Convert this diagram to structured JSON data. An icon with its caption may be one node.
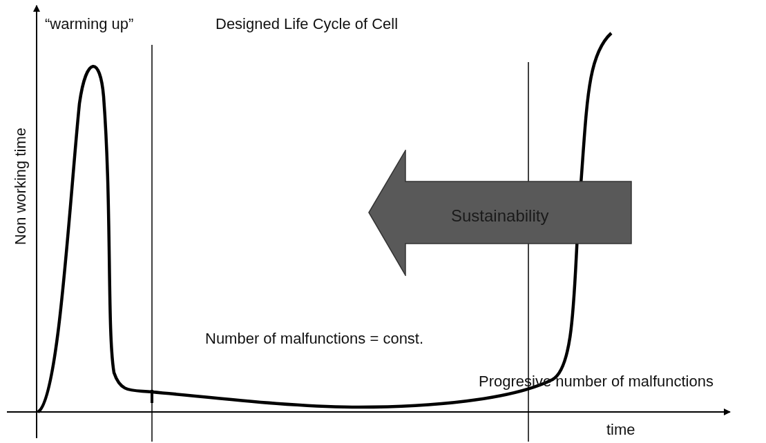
{
  "diagram": {
    "title": "Designed Life Cycle of Cell",
    "nodes": [
      {
        "text": [
          "Sustainability"
        ]
      }
    ],
    "edges": [],
    "labels": [
      "“warming up”",
      "Non working time",
      "Number of malfunctions = const.",
      "Progresive number of malfunctions",
      "time"
    ]
  }
}
